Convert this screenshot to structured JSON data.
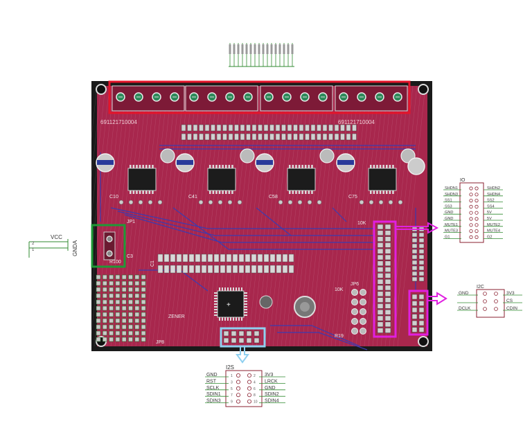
{
  "board": {
    "part_number_left": "691121710004",
    "part_number_right": "691121710004",
    "cap_labels": [
      "C10",
      "C41",
      "C58",
      "C75"
    ],
    "misc_labels": {
      "jp1": "JP1",
      "r100": "R100",
      "c1": "C1",
      "c3": "C3",
      "jp6": "JP6",
      "jp8": "JP8",
      "r10k_a": "10K",
      "r10k_b": "10K",
      "r19": "R19",
      "zener": "ZENER"
    }
  },
  "vcc": {
    "label": "VCC",
    "gnd_label": "GNDA"
  },
  "io": {
    "title": "IO",
    "left": [
      "SHDN1",
      "SHDN3",
      "SS1",
      "SS3",
      "GND",
      "GND",
      "MUTE1",
      "MUTE3",
      "G1"
    ],
    "right": [
      "SHDN2",
      "SHDN4",
      "SS2",
      "SS4",
      "5V",
      "5V",
      "MUTE2",
      "MUTE4",
      "G2"
    ]
  },
  "i2c": {
    "title": "I2C",
    "left": [
      "GND",
      "",
      "DCLK"
    ],
    "right": [
      "3V3",
      "CS",
      "CDIN"
    ]
  },
  "i2s": {
    "title": "I2S",
    "left": [
      "GND",
      "RST",
      "SCLK",
      "SDIN1",
      "SDIN3"
    ],
    "right": [
      "3V3",
      "LRCK",
      "GND",
      "SDIN2",
      "SDIN4"
    ],
    "pins_left": [
      "1",
      "3",
      "5",
      "7",
      "9"
    ],
    "pins_right": [
      "2",
      "4",
      "6",
      "8",
      "10"
    ]
  },
  "colors": {
    "board": "#a8274d",
    "board_edge": "#1a1a1a",
    "trace_blue": "#3b3bb0",
    "pad": "#c8c8c8",
    "schematic": "#1f7a1f",
    "red_box": "#e4152b",
    "green_box": "#1f9a36",
    "magenta_box": "#e020e0",
    "blue_box": "#8fd0f0"
  }
}
